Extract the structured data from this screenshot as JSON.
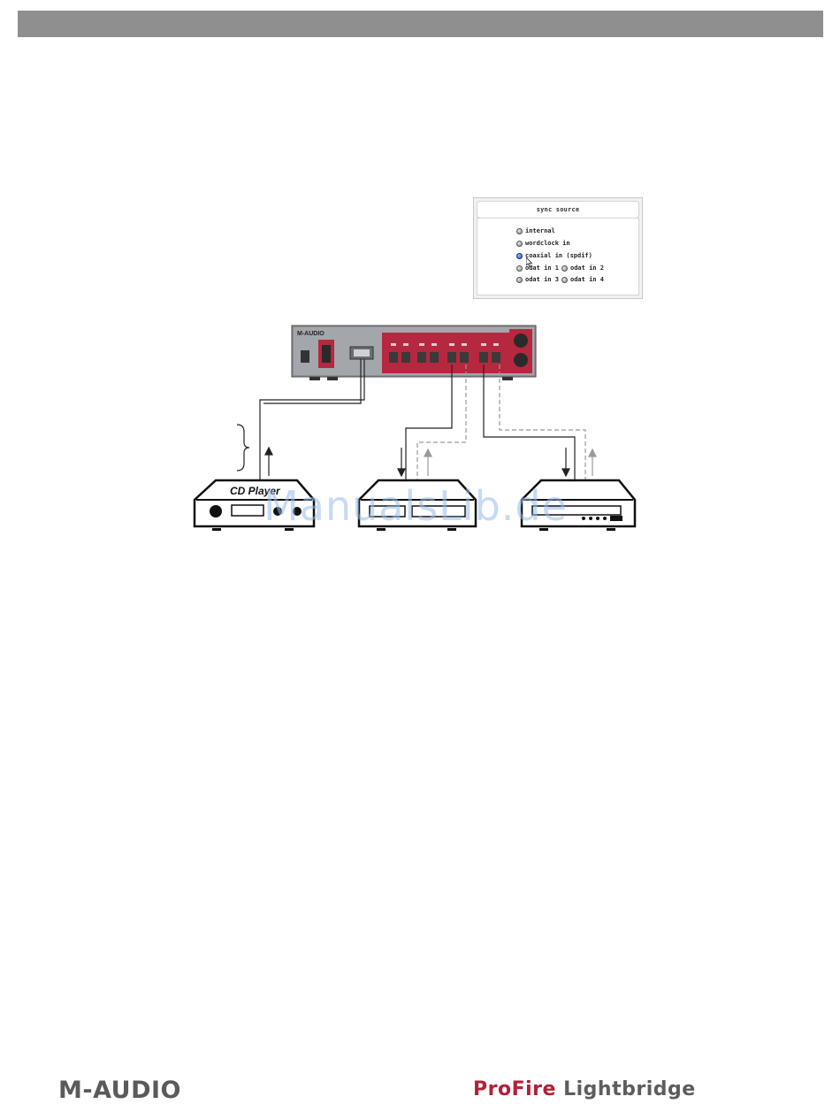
{
  "sync_panel": {
    "title": "sync source",
    "options": [
      {
        "label": "internal",
        "selected": false
      },
      {
        "label": "wordclock in",
        "selected": false
      },
      {
        "label": "coaxial in (spdif)",
        "selected": true
      },
      {
        "label": "odat in 1",
        "selected": false
      },
      {
        "label": "odat in 2",
        "selected": false
      },
      {
        "label": "odat in 3",
        "selected": false
      },
      {
        "label": "odat in 4",
        "selected": false
      }
    ]
  },
  "device": {
    "brand": "M-AUDIO",
    "accent_color": "#b5283f"
  },
  "devices": {
    "cd_player_label": "CD Player"
  },
  "watermark": "ManualsLib.de",
  "footer": {
    "left_logo": "M-AUDIO",
    "right_logo_part1": "ProFire",
    "right_logo_part2": "Lightbridge"
  },
  "colors": {
    "header_bar": "#8f8f8f",
    "brand_red": "#b0213a"
  }
}
